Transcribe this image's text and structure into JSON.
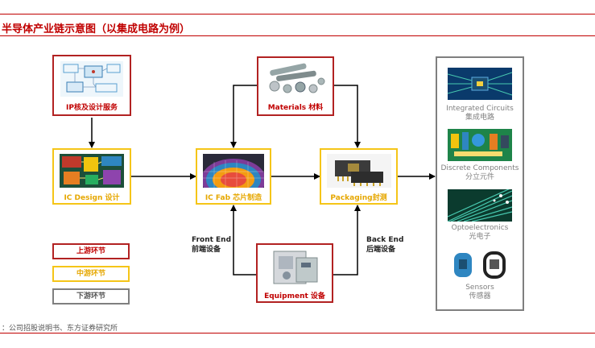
{
  "title": "半导体产业链示意图（以集成电路为例）",
  "nodes": {
    "ip": "IP核及设计服务",
    "materials": "Materials 材料",
    "ic_design": "IC Design 设计",
    "ic_fab": "IC Fab 芯片制造",
    "packaging": "Packaging封测",
    "equipment": "Equipment 设备"
  },
  "side_labels": {
    "front_end_en": "Front End",
    "front_end_cn": "前端设备",
    "back_end_en": "Back End",
    "back_end_cn": "后端设备"
  },
  "products": [
    {
      "en": "Integrated Circuits",
      "cn": "集成电路"
    },
    {
      "en": "Discrete Components",
      "cn": "分立元件"
    },
    {
      "en": "Optoelectronics",
      "cn": "光电子"
    },
    {
      "en": "Sensors",
      "cn": "传感器"
    }
  ],
  "legend": {
    "upstream": "上游环节",
    "midstream": "中游环节",
    "downstream": "下游环节"
  },
  "source": "：公司招股说明书、东方证券研究所",
  "colors": {
    "red": "#c00000",
    "yellow": "#f5c518",
    "gray": "#7f7f7f"
  }
}
